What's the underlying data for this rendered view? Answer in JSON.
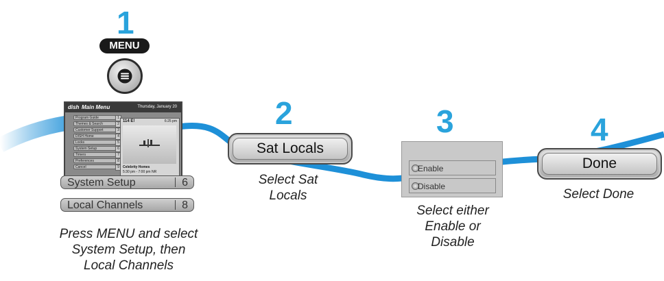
{
  "steps": [
    {
      "number": "1",
      "caption_lines": [
        "Press MENU and select",
        "System Setup, then",
        "Local Channels"
      ]
    },
    {
      "number": "2",
      "button": "Sat Locals",
      "caption_lines": [
        "Select Sat",
        "Locals"
      ]
    },
    {
      "number": "3",
      "caption_lines": [
        "Select either",
        "Enable or",
        "Disable"
      ]
    },
    {
      "number": "4",
      "button": "Done",
      "caption_lines": [
        "Select Done"
      ]
    }
  ],
  "remote": {
    "menu_label": "MENU",
    "button_icon": "menu-lines-icon"
  },
  "tv_screen": {
    "logo": "dish",
    "title": "Main Menu",
    "date": "Thursday, January 20",
    "channel": "114 E!",
    "time": "6:25 pm",
    "program_title": "Celebrity Homes",
    "program_time": "5:30 pm - 7:00 pm  NR",
    "menu_items": [
      {
        "label": "Program Guide",
        "num": "1"
      },
      {
        "label": "Themes & Search",
        "num": "2"
      },
      {
        "label": "Customer Support",
        "num": "3"
      },
      {
        "label": "DISH Home",
        "num": "4"
      },
      {
        "label": "Locks",
        "num": "5"
      },
      {
        "label": "System Setup",
        "num": "6"
      },
      {
        "label": "Timers",
        "num": "7"
      },
      {
        "label": "Preferences",
        "num": "8"
      },
      {
        "label": "Cancel",
        "num": "9"
      }
    ]
  },
  "tv_rows": [
    {
      "label": "System Setup",
      "num": "6"
    },
    {
      "label": "Local Channels",
      "num": "8"
    }
  ],
  "options": [
    "Enable",
    "Disable"
  ],
  "colors": {
    "accent": "#2aa3dc",
    "wave": "#1e90d8"
  }
}
